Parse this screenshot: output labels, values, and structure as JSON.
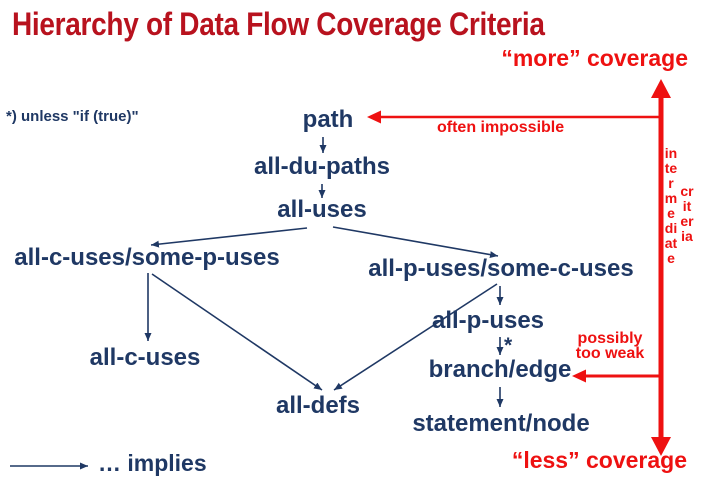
{
  "title": "Hierarchy of Data Flow Coverage Criteria",
  "footnote": "*) unless \"if (true)\"",
  "scale": {
    "more_coverage": "“more” coverage",
    "less_coverage": "“less” coverage",
    "vertical_word_1": "intermediate",
    "vertical_word_2": "criteria"
  },
  "annotations": {
    "often_impossible": "often impossible",
    "possibly": "possibly",
    "too_weak": "too weak",
    "asterisk_marker": "*"
  },
  "nodes": {
    "path": "path",
    "all_du_paths": "all-du-paths",
    "all_uses": "all-uses",
    "all_c_uses_some_p_uses": "all-c-uses/some-p-uses",
    "all_p_uses_some_c_uses": "all-p-uses/some-c-uses",
    "all_c_uses": "all-c-uses",
    "all_p_uses": "all-p-uses",
    "all_defs": "all-defs",
    "branch_edge": "branch/edge",
    "statement_node": "statement/node"
  },
  "legend": {
    "implies_label": "… implies"
  },
  "colors": {
    "navy": "#1F3864",
    "bright_red": "#EE1111",
    "title_red": "#B8121E"
  }
}
